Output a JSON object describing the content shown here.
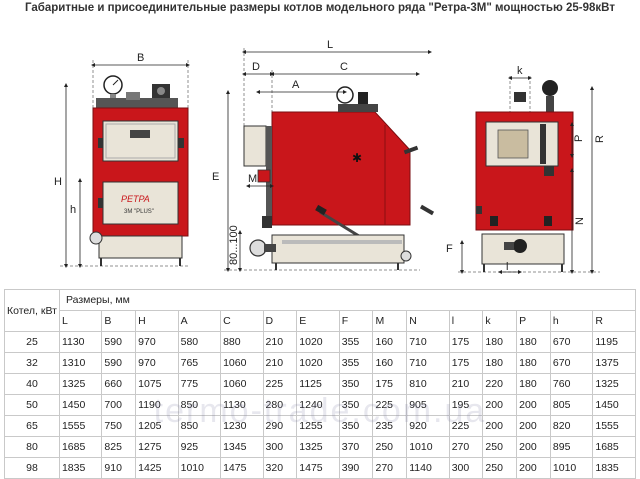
{
  "title": "Габаритные и присоединительные размеры котлов модельного ряда \"Ретра-3М\" мощностью 25-98кВт",
  "front_view": {
    "labels": {
      "B": "B",
      "H": "H",
      "h": "h"
    },
    "door_badge": "РЕТРА",
    "door_badge_sub": "3М \"PLUS\""
  },
  "side_view": {
    "labels": {
      "L": "L",
      "D": "D",
      "A": "A",
      "C": "C",
      "E": "E",
      "M": "M",
      "range": "80...100"
    }
  },
  "back_view": {
    "labels": {
      "k": "k",
      "P": "P",
      "R": "R",
      "N": "N",
      "F": "F",
      "l": "l"
    }
  },
  "watermark": "termo-trade.com.ua",
  "table": {
    "corner_label": "Котел, кВт",
    "group_label": "Размеры, мм",
    "columns": [
      "L",
      "B",
      "H",
      "A",
      "C",
      "D",
      "E",
      "F",
      "M",
      "N",
      "l",
      "k",
      "P",
      "h",
      "R"
    ],
    "rows": [
      {
        "kw": "25",
        "values": [
          "1130",
          "590",
          "970",
          "580",
          "880",
          "210",
          "1020",
          "355",
          "160",
          "710",
          "175",
          "180",
          "180",
          "670",
          "1195"
        ]
      },
      {
        "kw": "32",
        "values": [
          "1310",
          "590",
          "970",
          "765",
          "1060",
          "210",
          "1020",
          "355",
          "160",
          "710",
          "175",
          "180",
          "180",
          "670",
          "1375"
        ]
      },
      {
        "kw": "40",
        "values": [
          "1325",
          "660",
          "1075",
          "775",
          "1060",
          "225",
          "1125",
          "350",
          "175",
          "810",
          "210",
          "220",
          "180",
          "760",
          "1325"
        ]
      },
      {
        "kw": "50",
        "values": [
          "1450",
          "700",
          "1190",
          "850",
          "1130",
          "280",
          "1240",
          "350",
          "225",
          "905",
          "195",
          "200",
          "200",
          "805",
          "1450"
        ]
      },
      {
        "kw": "65",
        "values": [
          "1555",
          "750",
          "1205",
          "850",
          "1230",
          "290",
          "1255",
          "350",
          "235",
          "920",
          "225",
          "200",
          "200",
          "820",
          "1555"
        ]
      },
      {
        "kw": "80",
        "values": [
          "1685",
          "825",
          "1275",
          "925",
          "1345",
          "300",
          "1325",
          "370",
          "250",
          "1010",
          "270",
          "250",
          "200",
          "895",
          "1685"
        ]
      },
      {
        "kw": "98",
        "values": [
          "1835",
          "910",
          "1425",
          "1010",
          "1475",
          "320",
          "1475",
          "390",
          "270",
          "1140",
          "300",
          "250",
          "200",
          "1010",
          "1835"
        ]
      }
    ]
  },
  "colors": {
    "body": "#c9161b",
    "steel": "#e9e4d8",
    "line": "#222222"
  }
}
